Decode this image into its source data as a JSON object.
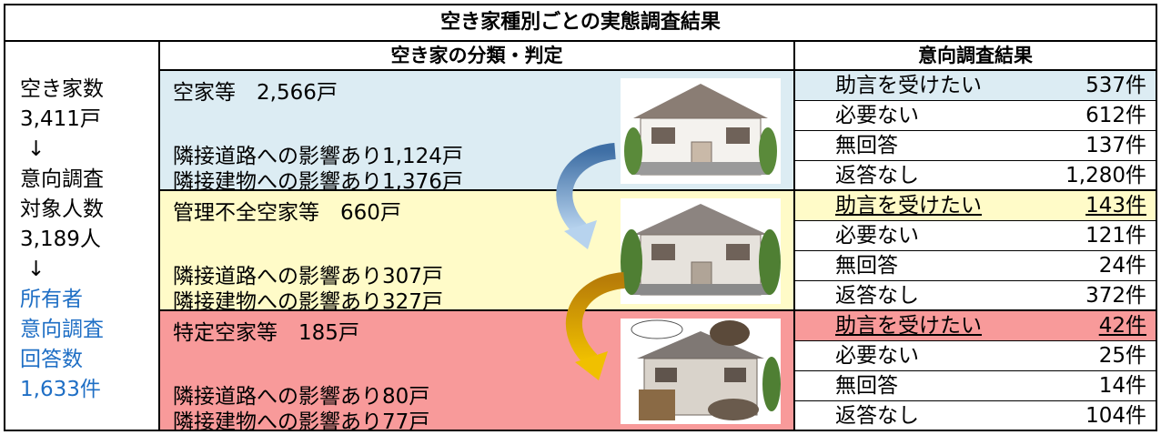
{
  "title": "空き家種別ごとの実態調査結果",
  "headers": {
    "middle": "空き家の分類・判定",
    "right": "意向調査結果"
  },
  "left_column": {
    "line1": "空き家数",
    "line2": "3,411戸",
    "arrow1": "↓",
    "line3": "意向調査",
    "line4": "対象人数",
    "line5": "3,189人",
    "arrow2": "↓",
    "blue1": "所有者",
    "blue2": "意向調査",
    "blue3": "回答数",
    "blue4": "1,633件"
  },
  "sections": [
    {
      "name": "空家等　2,566戸",
      "impact_road": "隣接道路への影響あり1,124戸",
      "impact_building": "隣接建物への影響あり1,376戸",
      "results": [
        {
          "label": "助言を受けたい",
          "value": "537件"
        },
        {
          "label": "必要ない",
          "value": "612件"
        },
        {
          "label": "無回答",
          "value": "137件"
        },
        {
          "label": "返答なし",
          "value": "1,280件"
        }
      ]
    },
    {
      "name": "管理不全空家等　660戸",
      "impact_road": "隣接道路への影響あり307戸",
      "impact_building": "隣接建物への影響あり327戸",
      "results": [
        {
          "label": "助言を受けたい",
          "value": "143件"
        },
        {
          "label": "必要ない",
          "value": "121件"
        },
        {
          "label": "無回答",
          "value": "24件"
        },
        {
          "label": "返答なし",
          "value": "372件"
        }
      ]
    },
    {
      "name": "特定空家等　185戸",
      "impact_road": "隣接道路への影響あり80戸",
      "impact_building": "隣接建物への影響あり77戸",
      "results": [
        {
          "label": "助言を受けたい",
          "value": "42件"
        },
        {
          "label": "必要ない",
          "value": "25件"
        },
        {
          "label": "無回答",
          "value": "14件"
        },
        {
          "label": "返答なし",
          "value": "104件"
        }
      ]
    }
  ],
  "colors": {
    "section1": "#dcecf3",
    "section2": "#fffbc8",
    "section3": "#f89a9a",
    "blue_text": "#1f6fc5"
  }
}
